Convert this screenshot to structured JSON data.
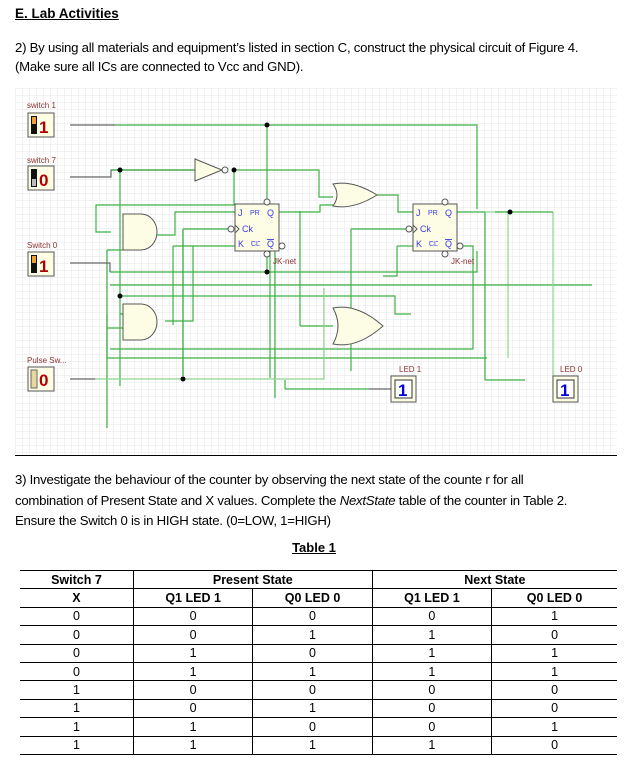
{
  "section_title": "E. Lab Activities",
  "step2": {
    "line1": "2) By using all materials and equipment’s listed in section C, construct the physical circuit of Figure 4.",
    "line2": "(Make sure all ICs are connected to Vcc and GND)."
  },
  "circuit": {
    "inputs": [
      {
        "label": "switch 1",
        "value": "1"
      },
      {
        "label": "switch 7",
        "value": "0"
      },
      {
        "label": "Switch 0",
        "value": "1"
      },
      {
        "label": "Pulse Sw...",
        "value": "0"
      }
    ],
    "flipflops": [
      {
        "label": "JK-net",
        "pins": {
          "j": "J",
          "pr": "PR",
          "q": "Q",
          "ck": "Ck",
          "k": "K",
          "cl": "CL",
          "qbar": "Q"
        }
      },
      {
        "label": "JK-net",
        "pins": {
          "j": "J",
          "pr": "PR",
          "q": "Q",
          "ck": "Ck",
          "k": "K",
          "cl": "CL",
          "qbar": "Q"
        }
      }
    ],
    "outputs": [
      {
        "label": "LED 1",
        "value": "1"
      },
      {
        "label": "LED 0",
        "value": "1"
      }
    ],
    "colors": {
      "wire": "#3cb043",
      "wire_light": "#8fd48f",
      "gate_fill": "#fdfde6",
      "switch_digit": "#b00000",
      "led_digit": "#0000e0",
      "pin_text": "#3a3ae8",
      "label_text": "#8b3030"
    }
  },
  "step3": {
    "line1": "3) Investigate the behaviour of the counter by observing the next state of the counte r for all",
    "line2a": "combination of Present State and X values. Complete the ",
    "line2_italic": "NextState",
    "line2b": " table of the counter in Table 2.",
    "line3": "Ensure the Switch 0 is in HIGH state. (0=LOW, 1=HIGH)"
  },
  "table": {
    "caption": "Table 1",
    "group_headers": [
      "Switch 7",
      "Present State",
      "Next State"
    ],
    "column_headers": [
      "X",
      "Q1 LED 1",
      "Q0 LED 0",
      "Q1 LED 1",
      "Q0 LED 0"
    ],
    "rows": [
      [
        "0",
        "0",
        "0",
        "0",
        "1"
      ],
      [
        "0",
        "0",
        "1",
        "1",
        "0"
      ],
      [
        "0",
        "1",
        "0",
        "1",
        "1"
      ],
      [
        "0",
        "1",
        "1",
        "1",
        "1"
      ],
      [
        "1",
        "0",
        "0",
        "0",
        "0"
      ],
      [
        "1",
        "0",
        "1",
        "0",
        "0"
      ],
      [
        "1",
        "1",
        "0",
        "0",
        "1"
      ],
      [
        "1",
        "1",
        "1",
        "1",
        "0"
      ]
    ]
  }
}
